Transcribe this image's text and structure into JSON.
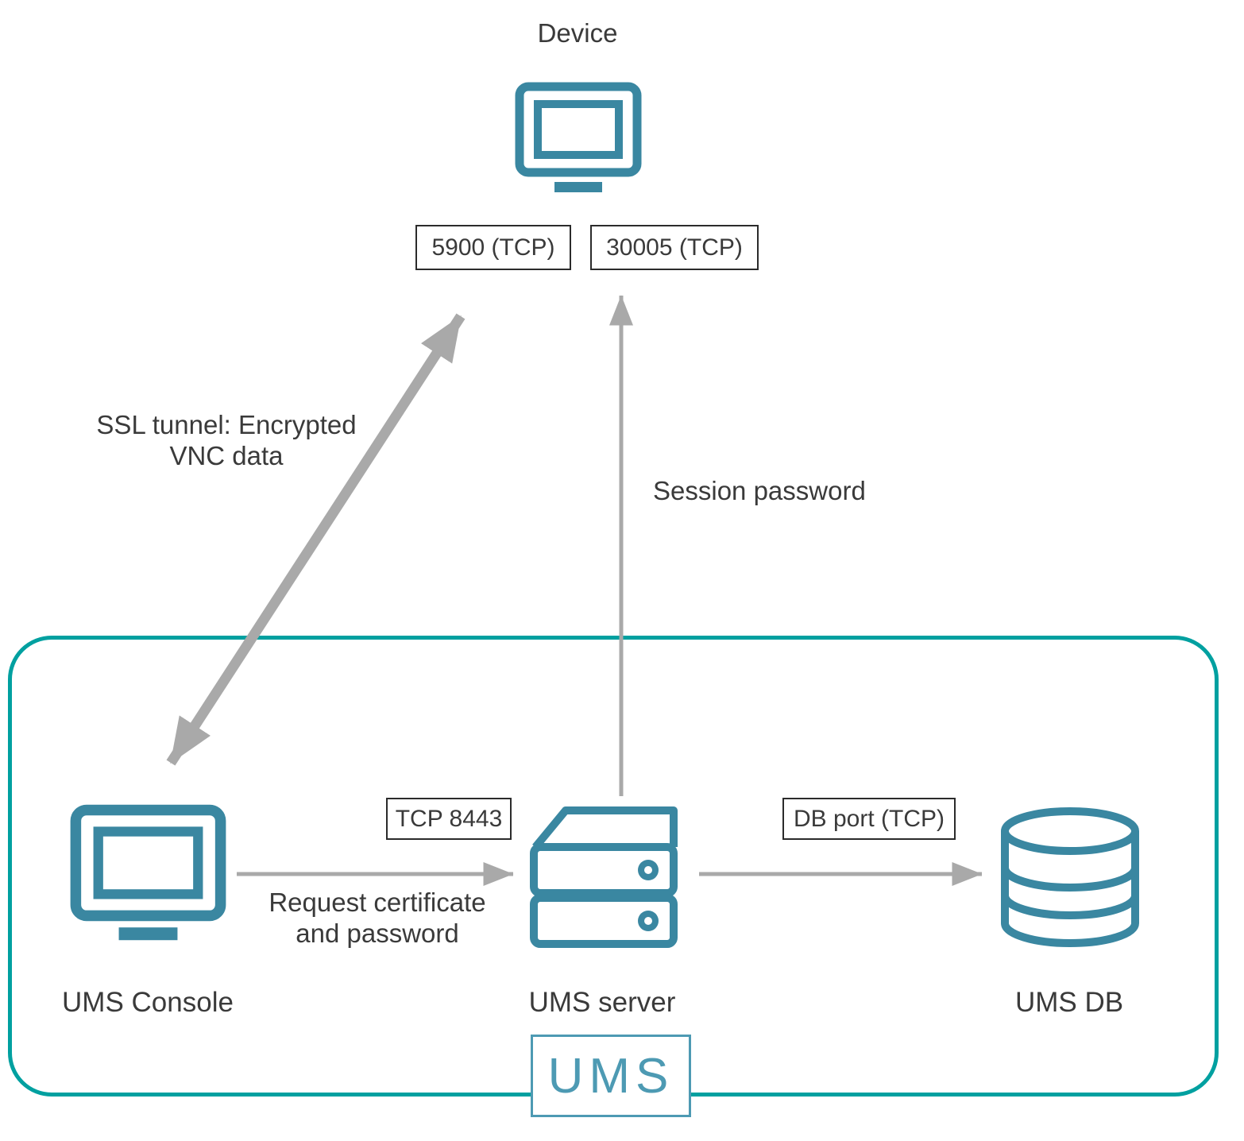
{
  "colors": {
    "teal": "#3a87a1",
    "frame": "#00a0a0",
    "arrow": "#a9a9a9",
    "text": "#3a3a3a",
    "box_border": "#2b2b2b",
    "logo": "#4d9ab3"
  },
  "nodes": {
    "device": "Device",
    "console": "UMS Console",
    "server": "UMS server",
    "db": "UMS DB"
  },
  "ports": {
    "vnc": "5900 (TCP)",
    "session": "30005 (TCP)",
    "tcp8443": "TCP 8443",
    "db": "DB port (TCP)"
  },
  "edges": {
    "ssl_tunnel": "SSL tunnel: Encrypted\nVNC data",
    "session": "Session password",
    "request": "Request certificate\nand password"
  },
  "logo": "UMS"
}
